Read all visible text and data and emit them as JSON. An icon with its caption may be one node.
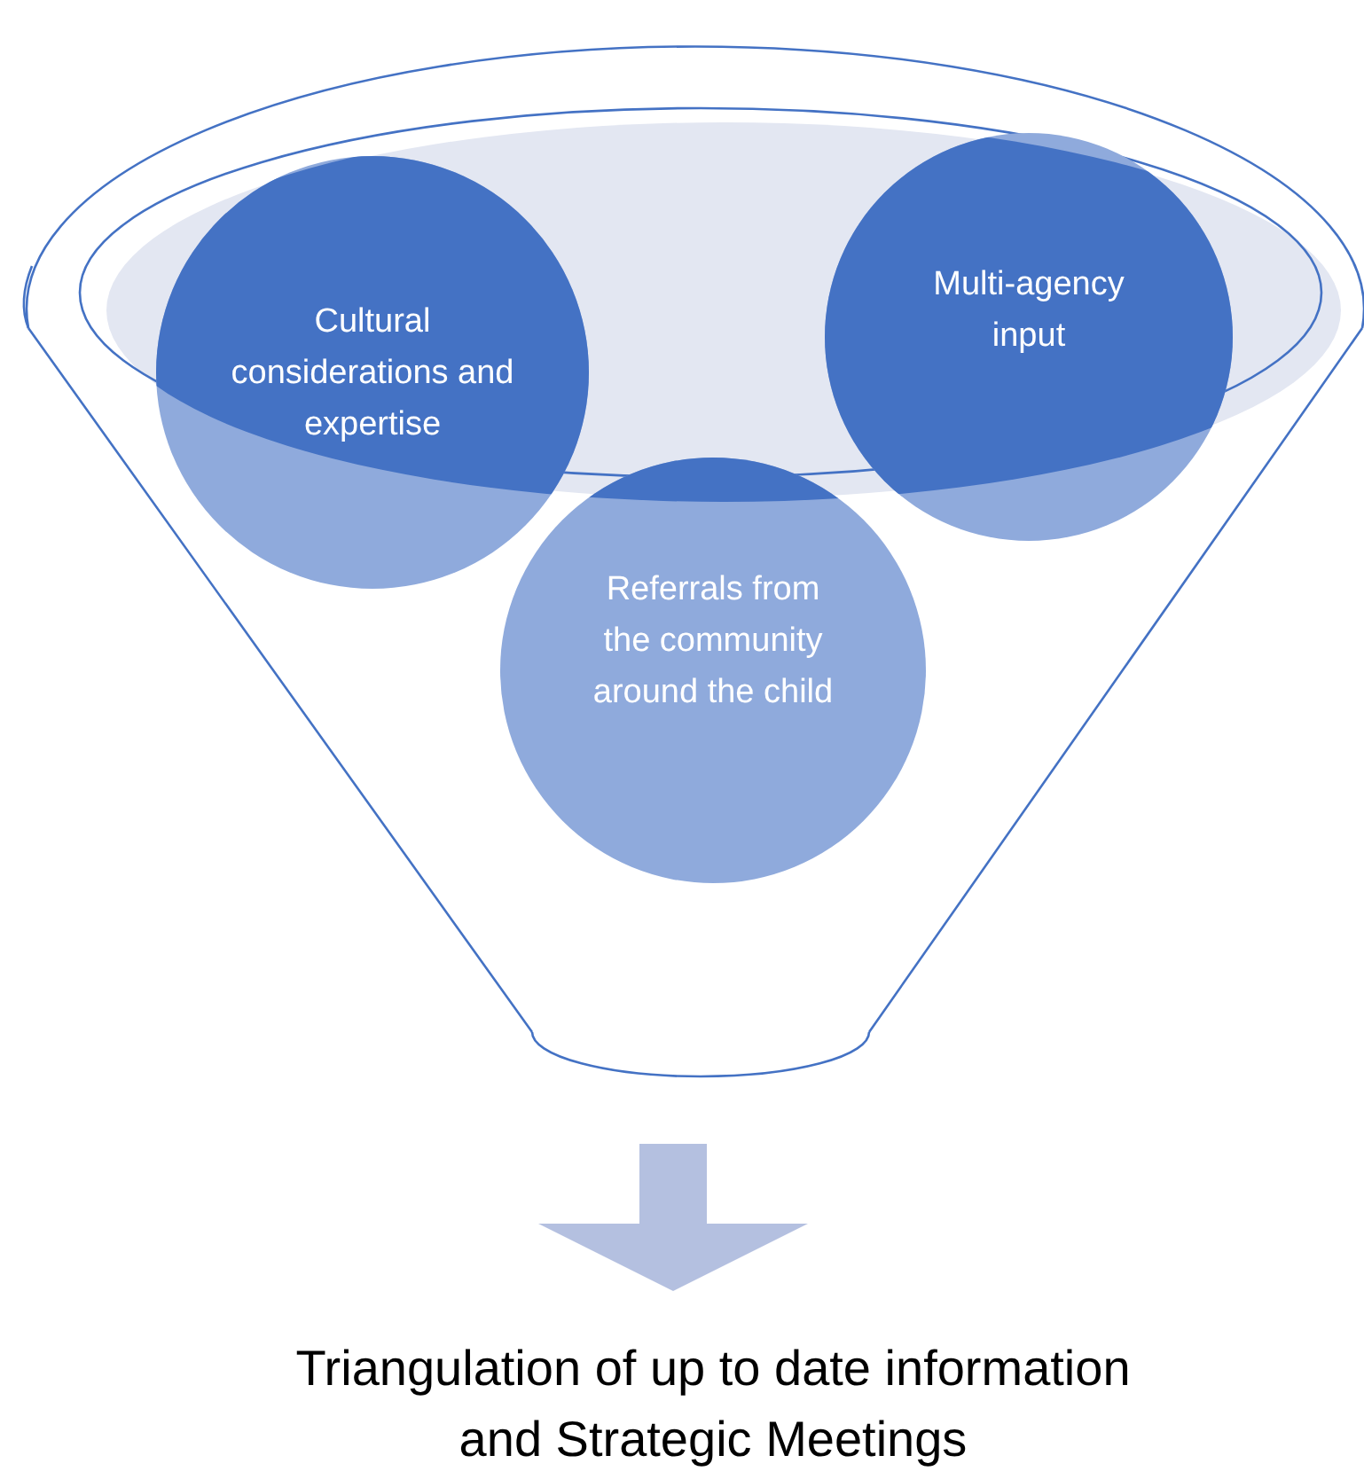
{
  "diagram": {
    "nodes": [
      {
        "text": [],
        "shape": "funnel"
      },
      {
        "text": [
          "Cultural considerations and expertise"
        ],
        "in": 0
      },
      {
        "text": [
          "Multi-agency input"
        ],
        "in": 0
      },
      {
        "text": [
          "Referrals from the community around the child"
        ],
        "in": 0
      },
      {
        "text": [
          "Triangulation of up to date information and Strategic Meetings"
        ]
      }
    ],
    "edges": [
      {
        "from": 0,
        "to": 4,
        "arrow": "to",
        "style": "thick"
      }
    ]
  }
}
